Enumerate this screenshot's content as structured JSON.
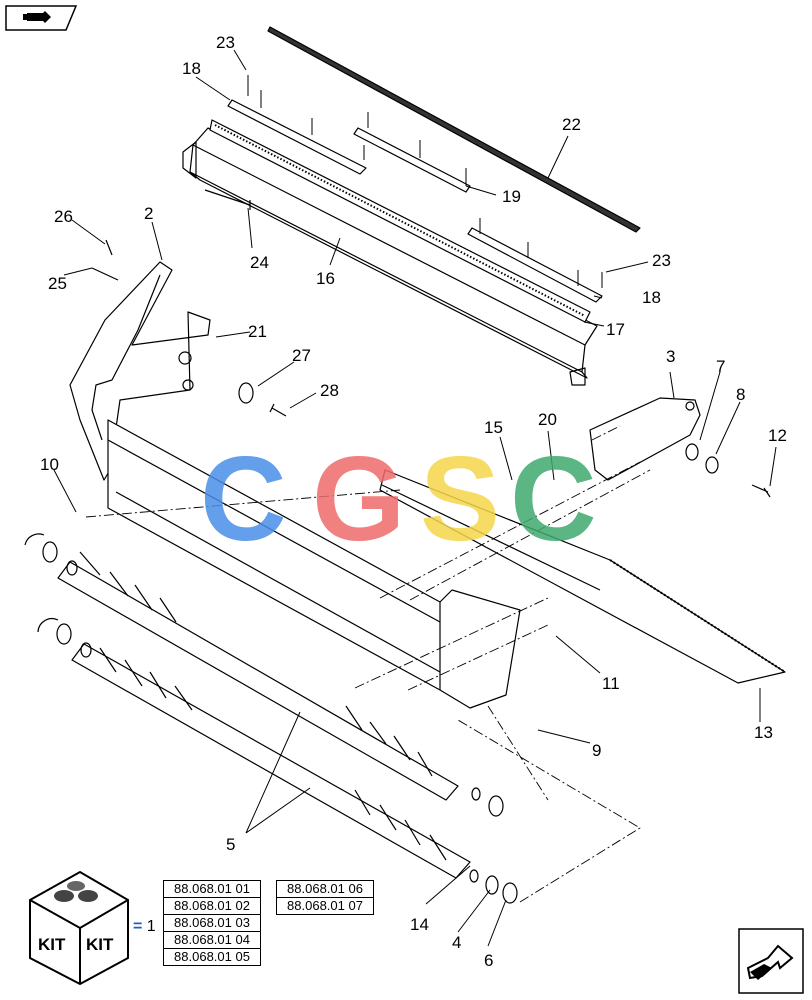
{
  "watermark": {
    "text": "CGSC",
    "colors": [
      "#4a8fe8",
      "#ef6b6b",
      "#f5d54a",
      "#3faa6e"
    ]
  },
  "callouts": [
    "2",
    "3",
    "4",
    "5",
    "6",
    "7",
    "8",
    "9",
    "10",
    "11",
    "12",
    "13",
    "14",
    "15",
    "16",
    "17",
    "18",
    "18",
    "19",
    "20",
    "21",
    "22",
    "23",
    "23",
    "24",
    "25",
    "26",
    "27",
    "28"
  ],
  "kit": {
    "box_labels": [
      "KIT",
      "KIT"
    ],
    "equals": "=",
    "quantity": "1",
    "references_col1": [
      "88.068.01 01",
      "88.068.01 02",
      "88.068.01 03",
      "88.068.01 04",
      "88.068.01 05"
    ],
    "references_col2": [
      "88.068.01 06",
      "88.068.01 07"
    ]
  },
  "navigation": {
    "prev_icon": "hand-pointing-left-icon",
    "next_icon": "hand-pointing-next-icon"
  }
}
